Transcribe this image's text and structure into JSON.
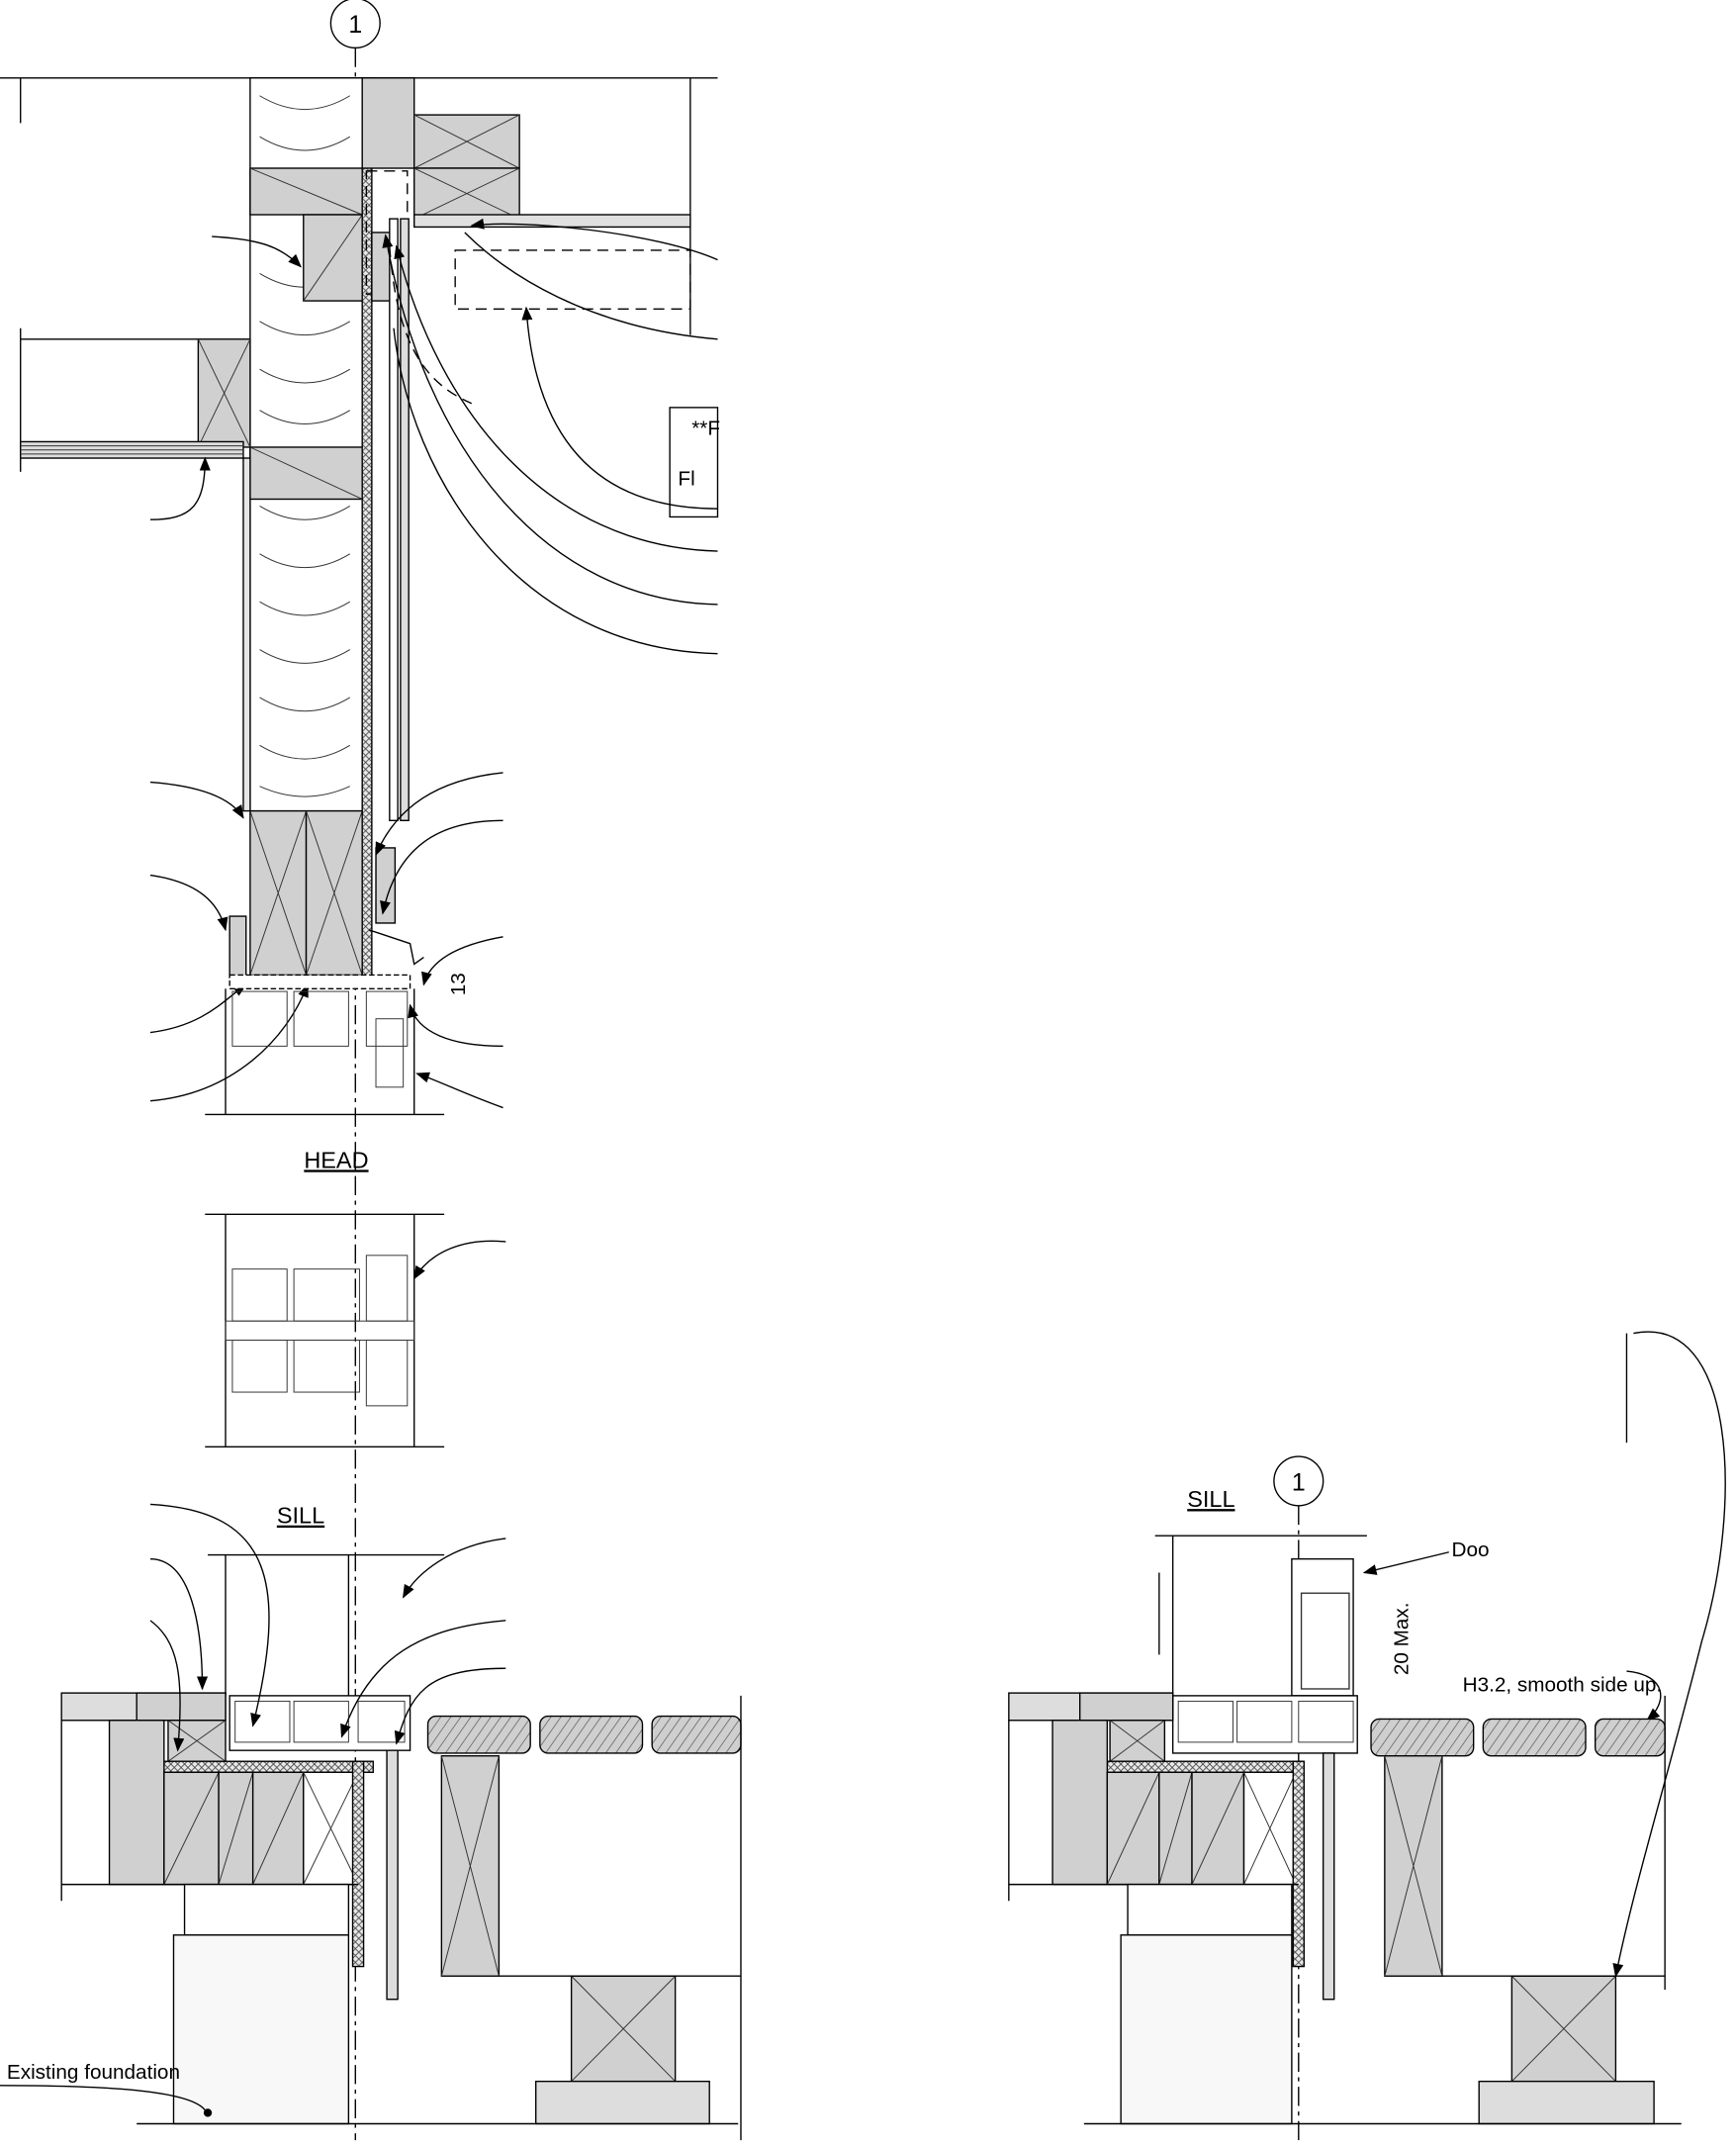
{
  "drawing": {
    "grid_bubble_head": "1",
    "grid_bubble_sill_right": "1",
    "head_title": "HEAD",
    "sill_title_left": "SILL",
    "sill_title_right": "SILL",
    "dimension_head": "13",
    "dimension_sill": "20 Max.",
    "note_decking": "H3.2, smooth side up.",
    "note_foundation": "Existing foundation",
    "note_box_line1": "**F",
    "note_box_line2": "Fl",
    "note_door": "Doo"
  },
  "colors": {
    "timber": "#d0d0d0",
    "line": "#000000"
  }
}
